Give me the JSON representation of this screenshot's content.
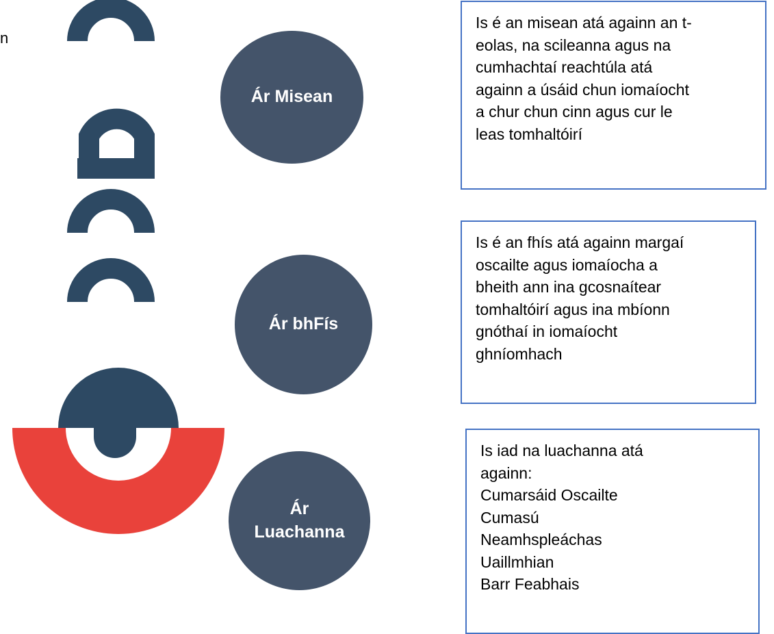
{
  "stray_text": "n",
  "logo": {
    "text": "CCPC",
    "colors": {
      "navy": "#2d4963",
      "red": "#e9423b"
    }
  },
  "items": [
    {
      "heading": "Ár Misean",
      "lines": [
        "Is é an misean atá againn an t-",
        "eolas, na scileanna agus na",
        "cumhachtaí reachtúla atá",
        "againn a úsáid chun iomaíocht",
        "a chur chun cinn agus cur le",
        "leas tomhaltóirí"
      ]
    },
    {
      "heading": "Ár bhFís",
      "lines": [
        "Is é an fhís atá againn margaí",
        "oscailte agus iomaíocha a",
        "bheith ann ina gcosnaítear",
        "tomhaltóirí agus ina mbíonn",
        "gnóthaí in iomaíocht",
        "ghníomhach"
      ]
    },
    {
      "heading_lines": [
        "Ár",
        "Luachanna"
      ],
      "lines": [
        "Is iad na luachanna atá",
        "againn:",
        "Cumarsáid Oscailte",
        "Cumasú",
        "Neamhspleáchas",
        "Uaillmhian",
        "Barr Feabhais"
      ]
    }
  ],
  "colors": {
    "oval": "#44546a",
    "box_border": "#4472c4"
  }
}
